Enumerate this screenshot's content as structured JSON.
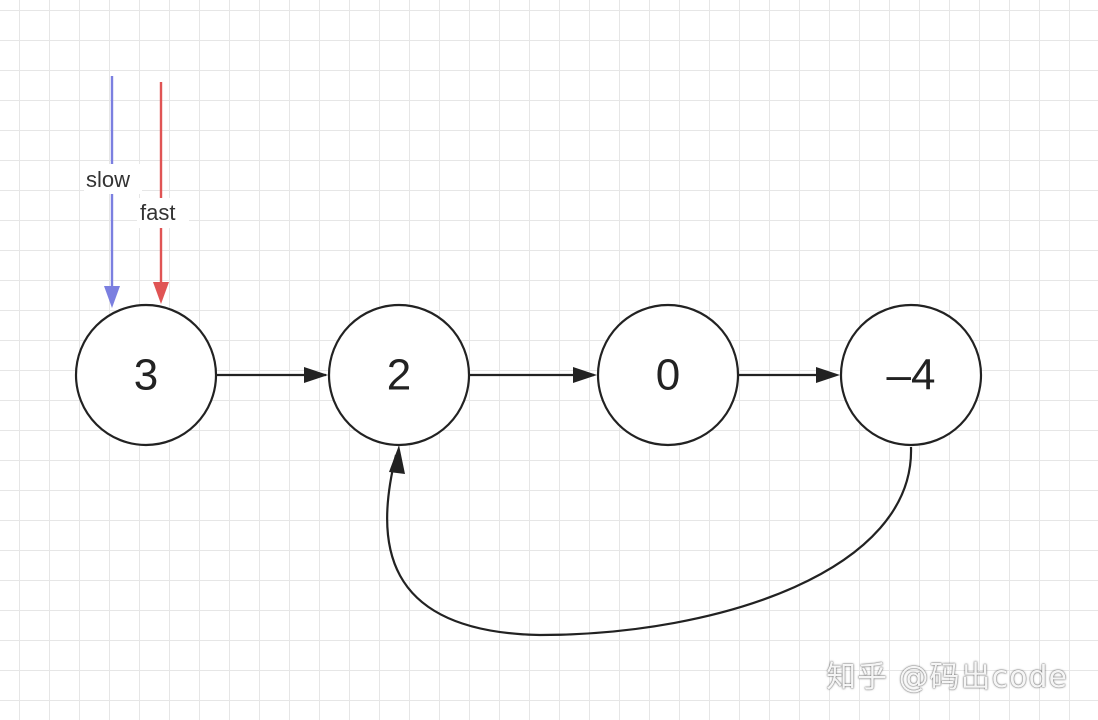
{
  "nodes": [
    {
      "id": "n0",
      "label": "3"
    },
    {
      "id": "n1",
      "label": "2"
    },
    {
      "id": "n2",
      "label": "0"
    },
    {
      "id": "n3",
      "label": "–4"
    }
  ],
  "edges": [
    {
      "from": "n0",
      "to": "n1"
    },
    {
      "from": "n1",
      "to": "n2"
    },
    {
      "from": "n2",
      "to": "n3"
    },
    {
      "from": "n3",
      "to": "n1",
      "curved": true
    }
  ],
  "pointers": [
    {
      "name": "slow",
      "label": "slow",
      "target": "n0",
      "color": "#7b7fe0"
    },
    {
      "name": "fast",
      "label": "fast",
      "target": "n0",
      "color": "#e05454"
    }
  ],
  "colors": {
    "grid": "#e6e6e6",
    "stroke": "#222222"
  },
  "watermark": "知乎 @码出code"
}
